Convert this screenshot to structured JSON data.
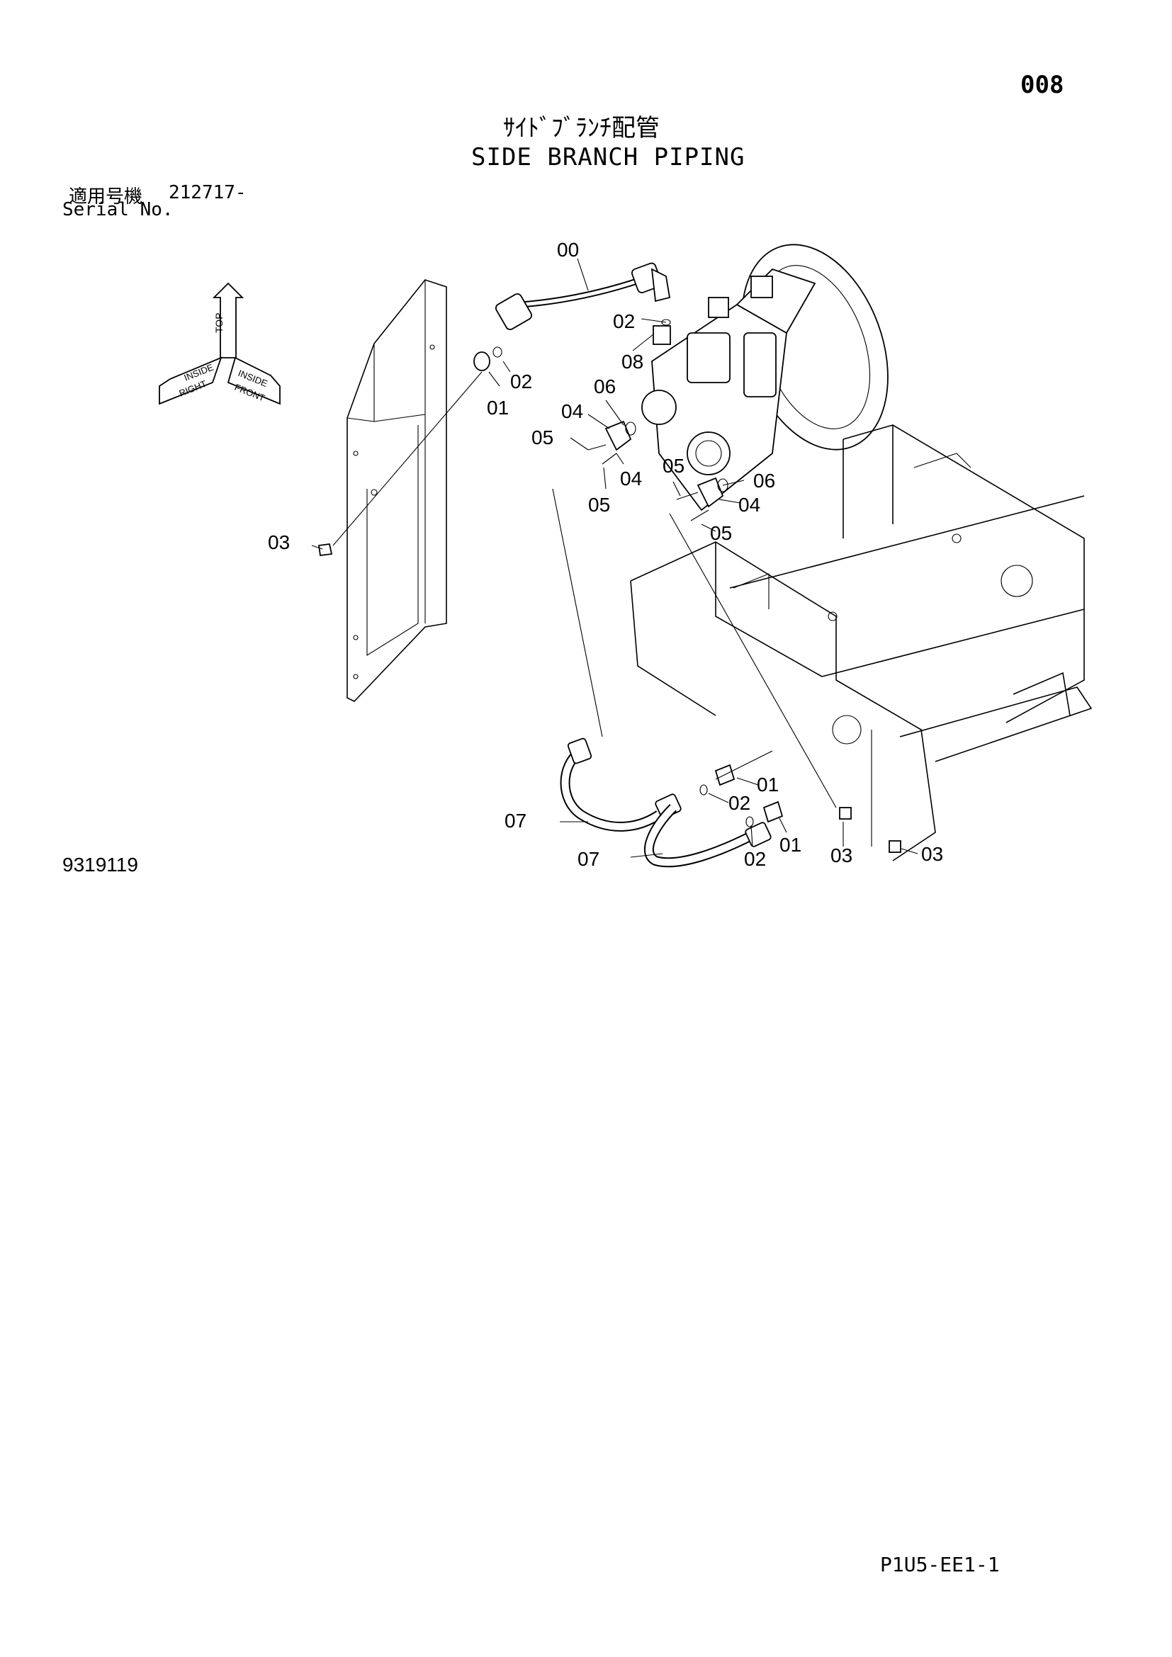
{
  "header": {
    "page_number": "008",
    "title_jp": "ｻｲﾄﾞﾌﾞﾗﾝﾁ配管",
    "title_en": "SIDE BRANCH PIPING"
  },
  "serial": {
    "label_jp": "適用号機",
    "value": "212717-",
    "label_en": "Serial No."
  },
  "orientation": {
    "top": "TOP",
    "right": "RIGHT",
    "front": "FRONT",
    "inside": "INSIDE"
  },
  "callouts": {
    "c00": "00",
    "c02_top": "02",
    "c08": "08",
    "c02_a": "02",
    "c01_a": "01",
    "c06_a": "06",
    "c04_a": "04",
    "c05_a": "05",
    "c04_b": "04",
    "c05_b": "05",
    "c05_c": "05",
    "c06_b": "06",
    "c04_c": "04",
    "c05_d": "05",
    "c03_left": "03",
    "c01_b": "01",
    "c02_b": "02",
    "c07_a": "07",
    "c01_c": "01",
    "c02_c": "02",
    "c07_b": "07",
    "c03_b": "03",
    "c03_c": "03"
  },
  "footer": {
    "figure_number": "9319119",
    "page_code": "P1U5-EE1-1"
  }
}
